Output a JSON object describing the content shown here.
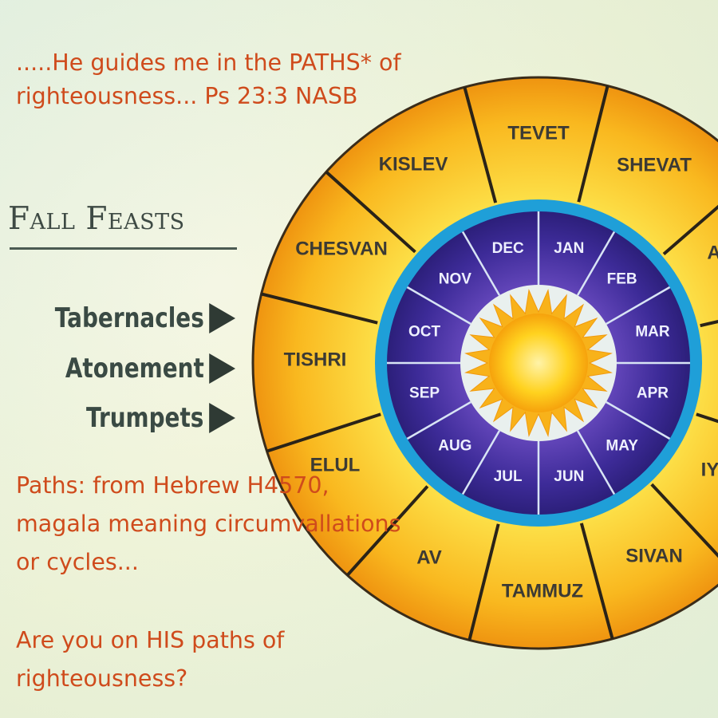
{
  "verse": {
    "line1": ".....He guides me in the PATHS* of",
    "line2": "righteousness... Ps 23:3 NASB"
  },
  "fall_feasts": {
    "title": "Fall Feasts",
    "items": [
      "Tabernacles",
      "Atonement",
      "Trumpets"
    ]
  },
  "wheel": {
    "hebrew_months": [
      "TEVET",
      "SHEVAT",
      "A",
      "",
      "IY",
      "SIVAN",
      "TAMMUZ",
      "AV",
      "ELUL",
      "TISHRI",
      "CHESVAN",
      "KISLEV"
    ],
    "gregorian_months": [
      "JAN",
      "FEB",
      "MAR",
      "APR",
      "MAY",
      "JUN",
      "JUL",
      "AUG",
      "SEP",
      "OCT",
      "NOV",
      "DEC"
    ],
    "colors": {
      "outer_ring": "#f7a413",
      "outer_ring_inner": "#fcd93a",
      "blue_ring": "#1f9fd8",
      "inner_ring": "#3a2a8e",
      "sun": "#ffc21a",
      "divider": "#2a2318"
    }
  },
  "note": {
    "line1": "Paths: from Hebrew H4570,",
    "line2": "magala meaning circumvallations",
    "line3": "or cycles...",
    "line4": "Are you on HIS paths of",
    "line5": "righteousness?"
  }
}
